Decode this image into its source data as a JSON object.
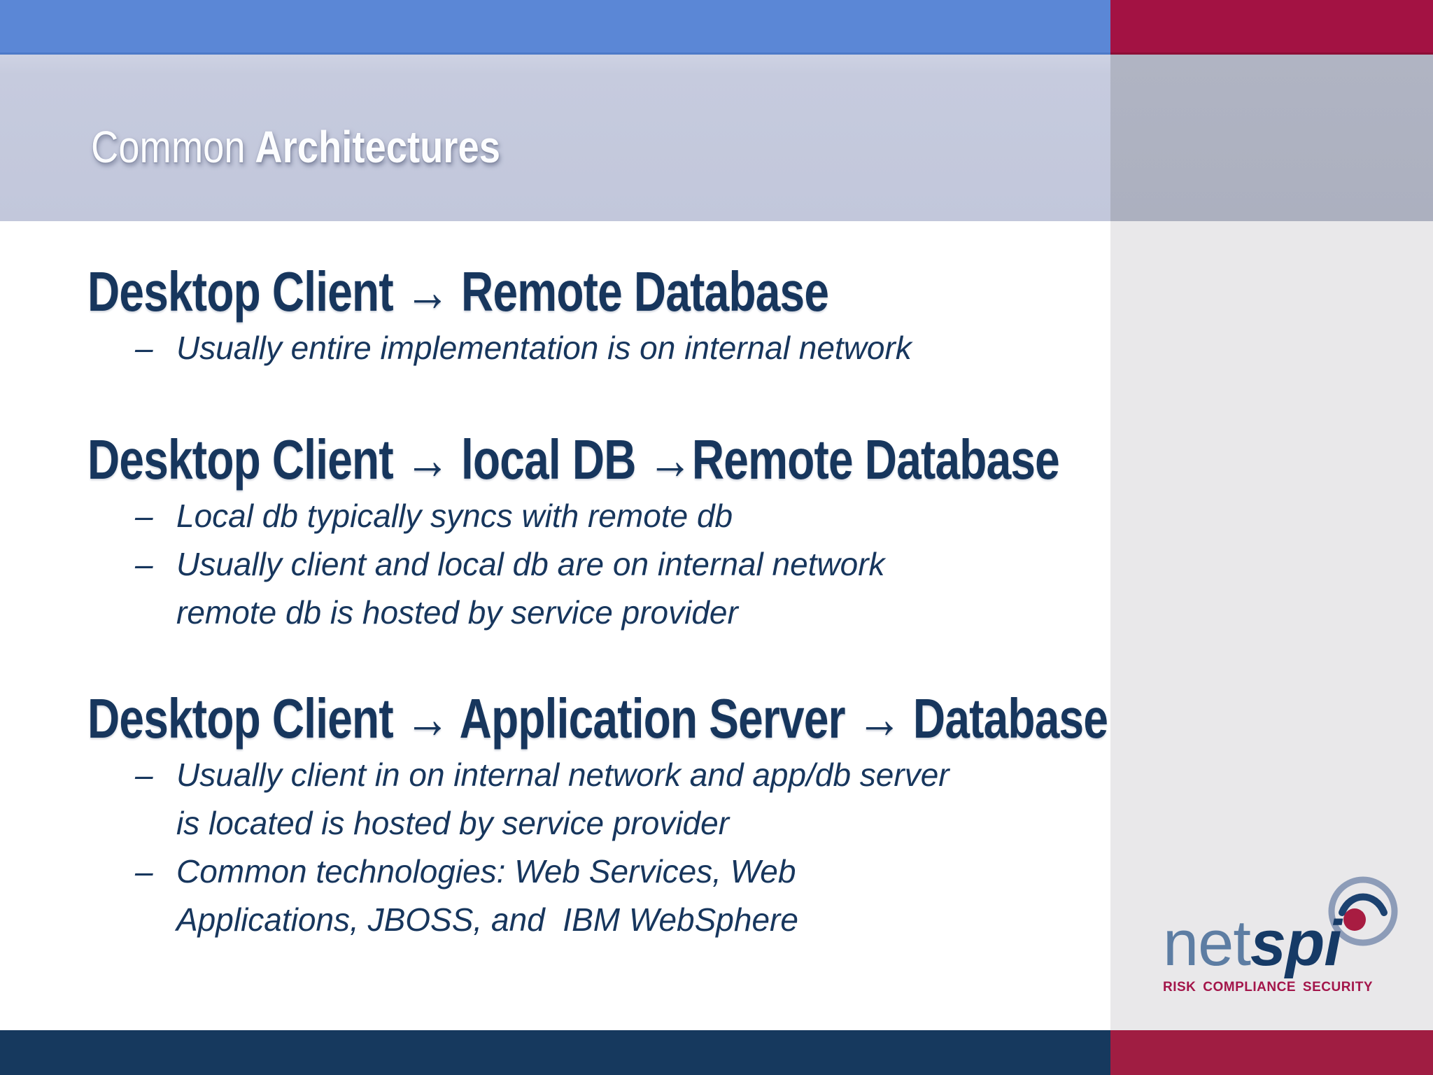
{
  "slide": {
    "title": {
      "regular": "Common",
      "bold": "Architectures"
    },
    "sections": [
      {
        "heading": "Desktop Client → Remote Database",
        "bullets": [
          {
            "dash": "–",
            "text": "Usually entire implementation is on internal network"
          }
        ]
      },
      {
        "heading": "Desktop Client → local DB →Remote Database",
        "bullets": [
          {
            "dash": "–",
            "text": "Local db typically syncs with remote db"
          },
          {
            "dash": "–",
            "text": "Usually client and local db are on internal network\nremote db is hosted by service provider"
          }
        ]
      },
      {
        "heading": "Desktop Client → Application Server → Database",
        "bullets": [
          {
            "dash": "–",
            "text": "Usually client in on internal network and app/db server\nis located is hosted by service provider"
          },
          {
            "dash": "–",
            "text": "Common technologies: Web Services, Web\nApplications, JBOSS, and  IBM WebSphere"
          }
        ]
      }
    ],
    "logo": {
      "net": "net",
      "spi": "spi",
      "tagline": [
        "RISK",
        "COMPLIANCE",
        "SECURITY"
      ]
    },
    "colors": {
      "top_bar_blue": "#5b87d6",
      "accent_red": "#a31243",
      "title_band": "#c6cbde",
      "side_band": "#aeb2c1",
      "sidebar_gray": "#e9e8ea",
      "content_bg": "#ffffff",
      "footer_navy": "#16395e",
      "footer_red": "#a01d42",
      "text_navy": "#17365d",
      "title_white": "#fcfdff",
      "logo_net": "#5d7da3",
      "logo_spi": "#163a66",
      "logo_ring": "#8d9cb8",
      "logo_dot": "#a81c41",
      "tagline_red": "#a3154a"
    }
  }
}
